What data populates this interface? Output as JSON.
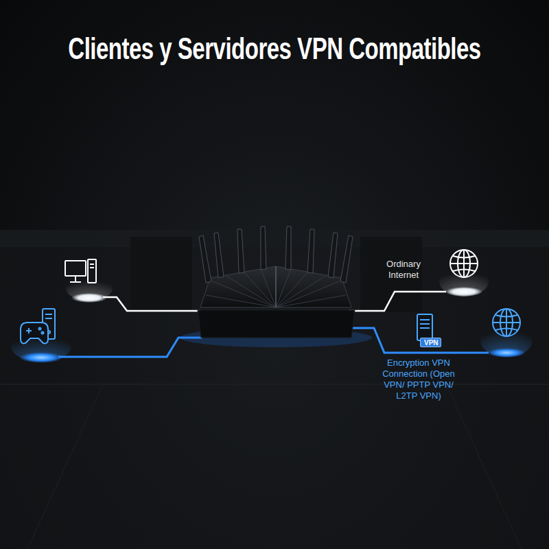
{
  "diagram": {
    "title": "Clientes y Servidores VPN Compatibles",
    "nodes": [
      {
        "text": [
          "VPN"
        ]
      }
    ],
    "labels": [
      "Ordinary Internet",
      "Encryption VPN Connection (Open VPN/ PPTP VPN/ L2TP VPN)"
    ]
  }
}
